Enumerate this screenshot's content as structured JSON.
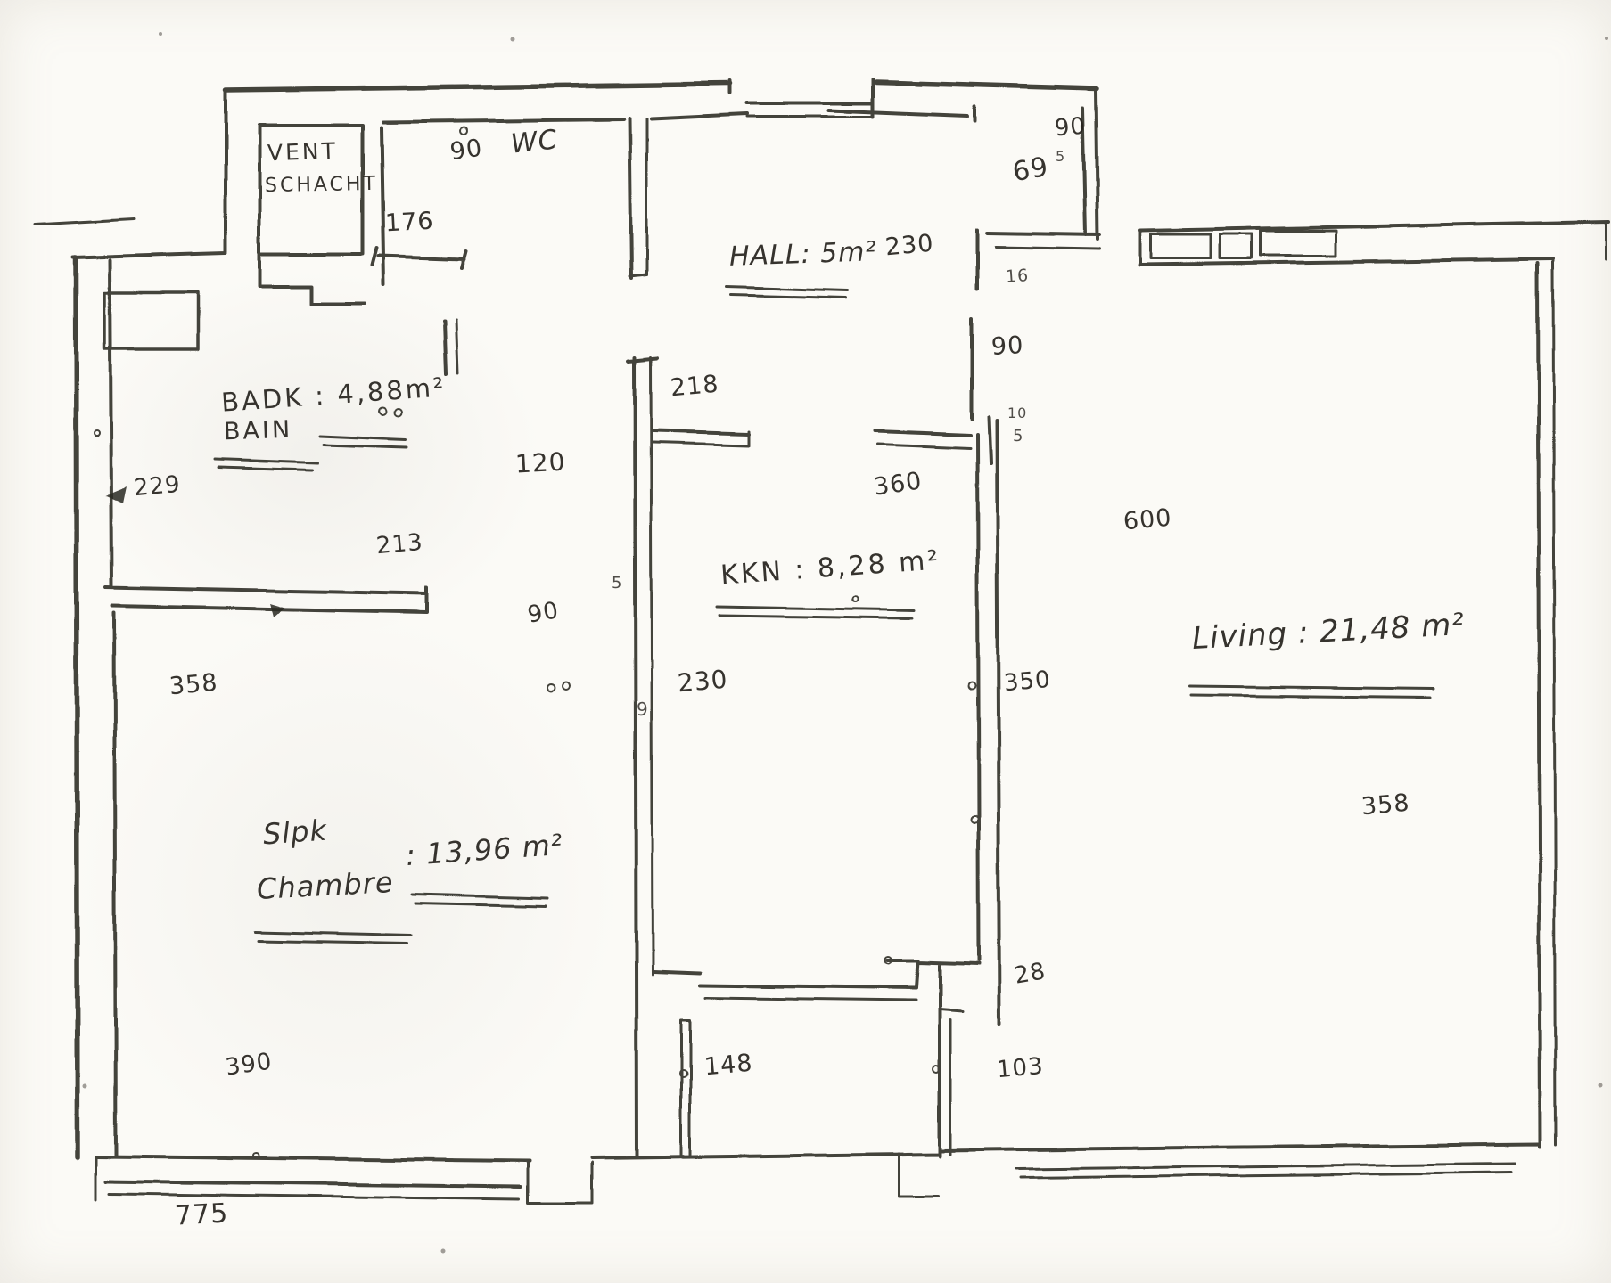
{
  "plan_type": "hand-drawn apartment floor plan",
  "labels": {
    "vent_line1": "VENT",
    "vent_line2": "SCHACHT",
    "wc": "WC",
    "hall": "HALL: 5m²",
    "badk": "BADK : 4,88m²",
    "bain": "BAIN",
    "kkn": "KKN : 8,28 m²",
    "living": "Living : 21,48 m²",
    "slpk": "Slpk",
    "chambre": "Chambre",
    "bedroom_area": ": 13,96 m²"
  },
  "rooms": [
    {
      "name": "VENT SCHACHT"
    },
    {
      "name": "WC"
    },
    {
      "name": "HALL",
      "area": "5m²"
    },
    {
      "name": "BADK / BAIN",
      "area": "4,88m²"
    },
    {
      "name": "KKN",
      "area": "8,28m²"
    },
    {
      "name": "Living",
      "area": "21,48m²"
    },
    {
      "name": "Slpk / Chambre",
      "area": "13,96m²"
    }
  ],
  "dims": {
    "wc_90": "90",
    "wc_176": "176",
    "hall_230": "230",
    "tr_90": "90",
    "tr_69": "69",
    "tr_69_sup": "5",
    "tr_16": "16",
    "r_90": "90",
    "r_10": "10",
    "r_5": "5",
    "k_218": "218",
    "k_120": "120",
    "k_360": "360",
    "k_213": "213",
    "l_229": "229",
    "c_90": "90",
    "c_5": "5",
    "c_230": "230",
    "c_9": "9",
    "liv_600": "600",
    "liv_350": "350",
    "liv_358": "358",
    "bed_358": "358",
    "bed_390": "390",
    "b_148": "148",
    "b_28": "28",
    "b_103": "103",
    "b_775": "775"
  }
}
